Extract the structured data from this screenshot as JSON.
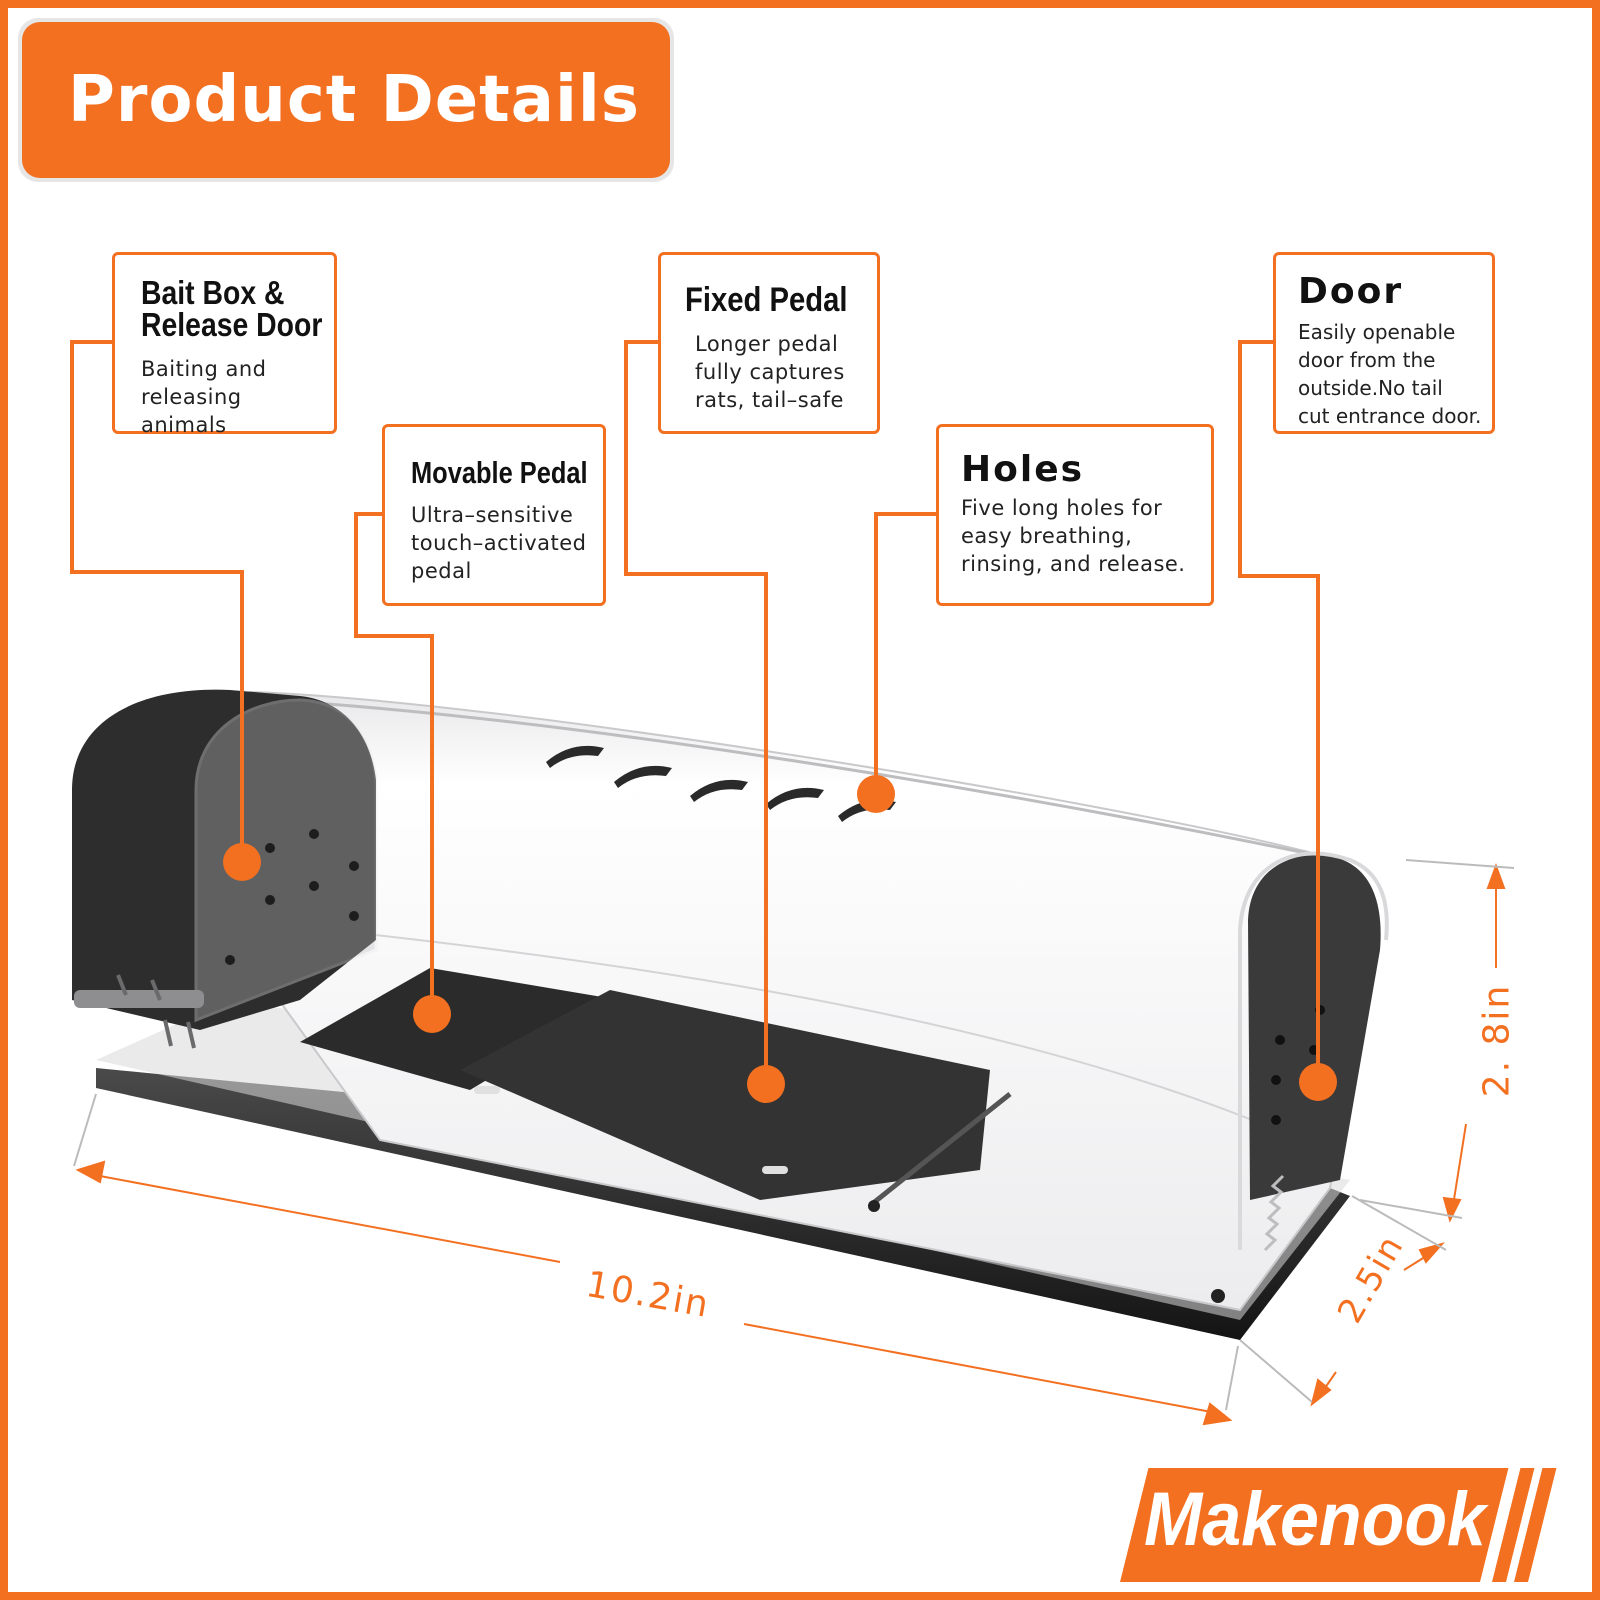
{
  "header": {
    "title": "Product Details"
  },
  "callouts": {
    "bait": {
      "title_line1": "Bait Box &",
      "title_line2": "Release Door",
      "desc_line1": "Baiting and",
      "desc_line2": "releasing animals"
    },
    "fixed": {
      "title": "Fixed Pedal",
      "desc_line1": "Longer pedal",
      "desc_line2": "fully captures",
      "desc_line3": "rats, tail–safe"
    },
    "door": {
      "title": "Door",
      "desc_line1": "Easily openable",
      "desc_line2": "door from the",
      "desc_line3": "outside.No tail",
      "desc_line4": "cut entrance door."
    },
    "movable": {
      "title": "Movable Pedal",
      "desc_line1": "Ultra–sensitive",
      "desc_line2": "touch–activated",
      "desc_line3": "pedal"
    },
    "holes": {
      "title": "Holes",
      "desc_line1": "Five long holes for",
      "desc_line2": "easy breathing,",
      "desc_line3": "rinsing, and release."
    }
  },
  "dimensions": {
    "length": "10.2in",
    "height": "2. 8in",
    "depth": "2.5in"
  },
  "brand": {
    "name": "Makenook"
  },
  "colors": {
    "accent": "#f37021",
    "trap_dark": "#2b2b2b",
    "white": "#ffffff"
  }
}
